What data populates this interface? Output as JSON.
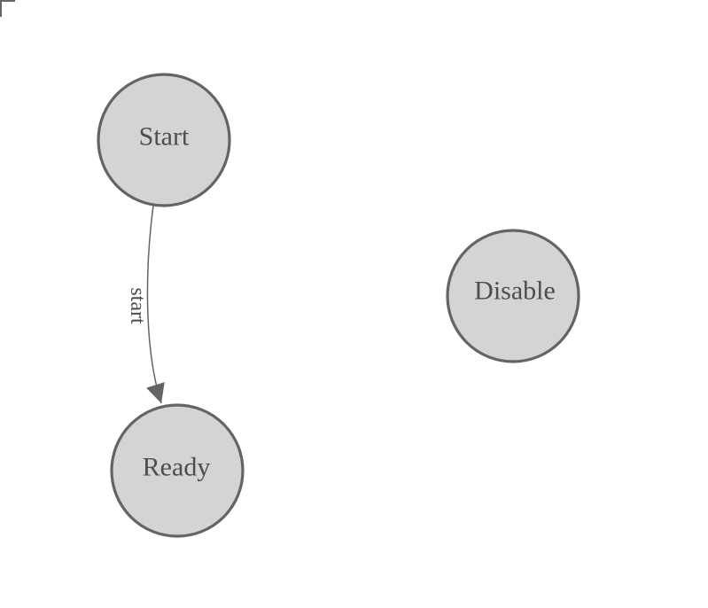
{
  "diagram": {
    "type": "state-diagram",
    "nodes": [
      {
        "id": "start",
        "label": "Start"
      },
      {
        "id": "ready",
        "label": "Ready"
      },
      {
        "id": "disable",
        "label": "Disable"
      }
    ],
    "edges": [
      {
        "from": "start",
        "to": "ready",
        "label": "start"
      }
    ],
    "colors": {
      "background": "#ffffff",
      "node_fill": "#d4d4d4",
      "node_stroke": "#646464",
      "node_label": "#4d4d4d",
      "edge_stroke": "#646464",
      "edge_label": "#4d4d4d",
      "arrowhead_fill": "#646464",
      "canvas_marker": "#666666"
    }
  }
}
